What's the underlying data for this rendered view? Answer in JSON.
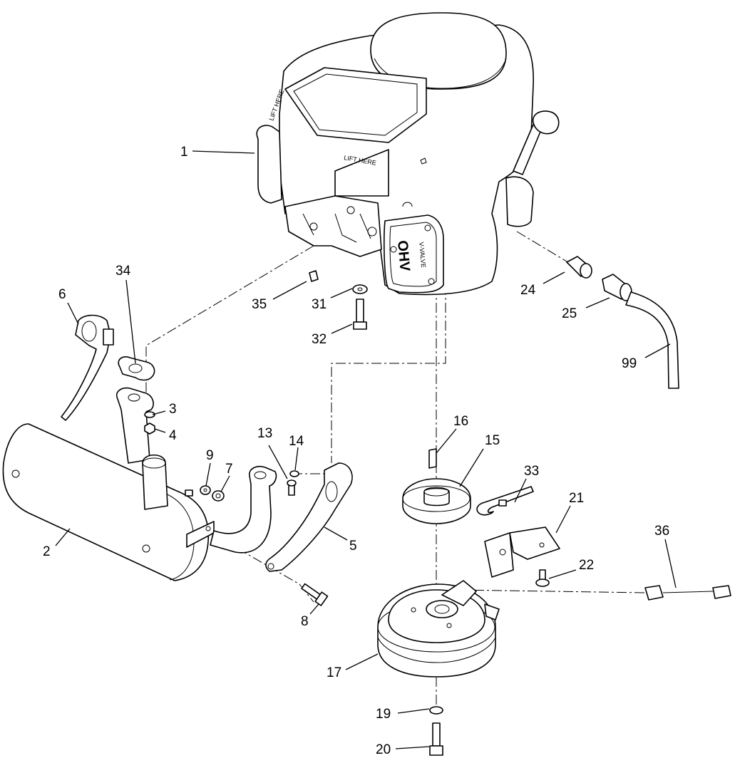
{
  "labels": {
    "l1": "1",
    "l2": "2",
    "l3": "3",
    "l4": "4",
    "l5": "5",
    "l6": "6",
    "l7": "7",
    "l8": "8",
    "l9": "9",
    "l13": "13",
    "l14": "14",
    "l15": "15",
    "l16": "16",
    "l17": "17",
    "l19": "19",
    "l20": "20",
    "l21": "21",
    "l22": "22",
    "l24": "24",
    "l25": "25",
    "l31": "31",
    "l32": "32",
    "l33": "33",
    "l34": "34",
    "l35": "35",
    "l36": "36",
    "l99": "99"
  },
  "engine_markings": {
    "ohv": "OHV",
    "valve": "V-VALVE",
    "lift_here_1": "LIFT HERE",
    "lift_here_2": "LIFT HERE"
  }
}
